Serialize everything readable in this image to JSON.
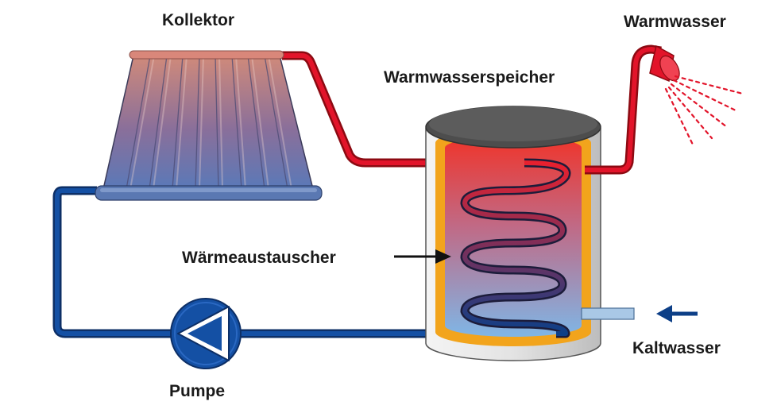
{
  "labels": {
    "collector": "Kollektor",
    "hot_water": "Warmwasser",
    "storage_tank": "Warmwasserspeicher",
    "heat_exchanger": "Wärmeaustauscher",
    "cold_water": "Kaltwasser",
    "pump": "Pumpe"
  },
  "colors": {
    "hot_pipe": "#e2142a",
    "cold_pipe": "#0d3f87",
    "tank_orange": "#f2a41c",
    "tank_shell": "#dcdcdc",
    "tank_lid": "#4a4a4a"
  },
  "icons": {
    "pump": "pump-icon",
    "shower": "shower-head-icon",
    "arrow_heat_exchanger": "arrow-right-icon",
    "arrow_cold_water": "arrow-left-icon"
  }
}
